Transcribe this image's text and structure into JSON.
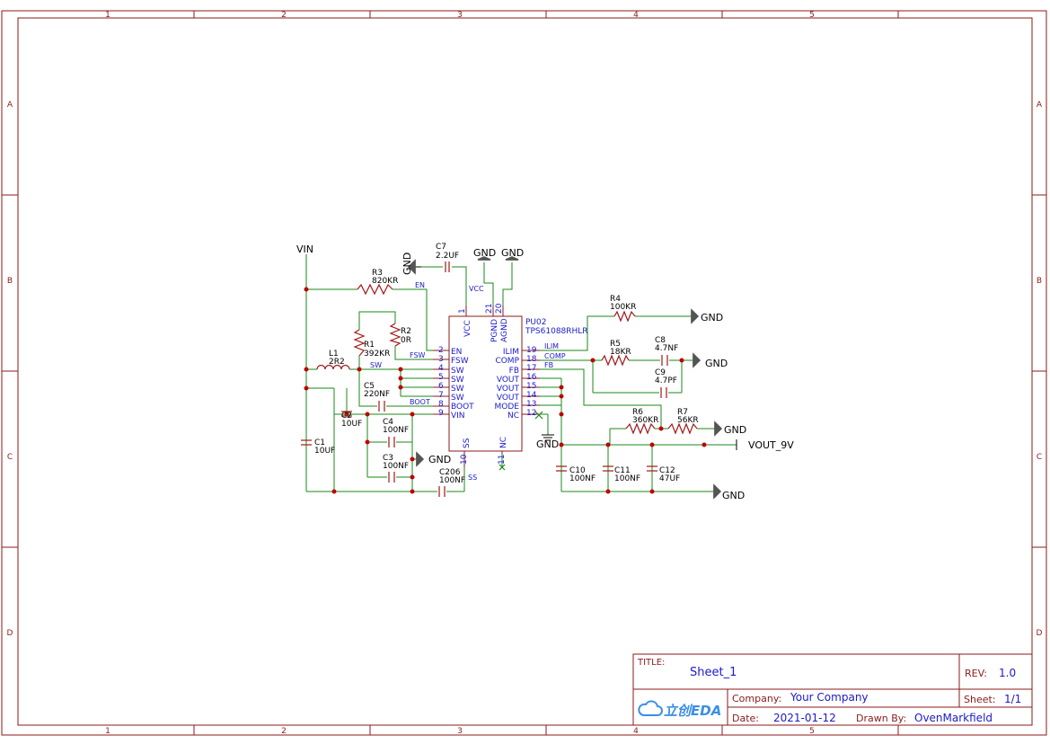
{
  "frame": {
    "columns": [
      "1",
      "2",
      "3",
      "4",
      "5"
    ],
    "rows": [
      "A",
      "B",
      "C",
      "D"
    ]
  },
  "title_block": {
    "title_label": "TITLE:",
    "title": "Sheet_1",
    "rev_label": "REV:",
    "rev": "1.0",
    "company_label": "Company:",
    "company": "Your Company",
    "sheet_label": "Sheet:",
    "sheet": "1/1",
    "date_label": "Date:",
    "date": "2021-01-12",
    "drawn_label": "Drawn By:",
    "drawn_by": "OvenMarkfield",
    "logo_text": "立创EDA"
  },
  "ic": {
    "ref": "PU02",
    "part": "TPS61088RHLR",
    "left_pins": [
      {
        "num": "2",
        "name": "EN"
      },
      {
        "num": "3",
        "name": "FSW"
      },
      {
        "num": "4",
        "name": "SW"
      },
      {
        "num": "5",
        "name": "SW"
      },
      {
        "num": "6",
        "name": "SW"
      },
      {
        "num": "7",
        "name": "SW"
      },
      {
        "num": "8",
        "name": "BOOT"
      },
      {
        "num": "9",
        "name": "VIN"
      }
    ],
    "right_pins": [
      {
        "num": "19",
        "name": "ILIM"
      },
      {
        "num": "18",
        "name": "COMP"
      },
      {
        "num": "17",
        "name": "FB"
      },
      {
        "num": "16",
        "name": "VOUT"
      },
      {
        "num": "15",
        "name": "VOUT"
      },
      {
        "num": "14",
        "name": "VOUT"
      },
      {
        "num": "13",
        "name": "MODE"
      },
      {
        "num": "12",
        "name": "NC"
      }
    ],
    "top_pins": [
      {
        "num": "1",
        "name": "VCC"
      },
      {
        "num": "21",
        "name": "PGND"
      },
      {
        "num": "20",
        "name": "AGND"
      }
    ],
    "bottom_pins": [
      {
        "num": "10",
        "name": "SS"
      },
      {
        "num": "11",
        "name": "NC"
      }
    ]
  },
  "components": {
    "r3": {
      "ref": "R3",
      "value": "820KR"
    },
    "r1": {
      "ref": "R1",
      "value": "392KR"
    },
    "r2": {
      "ref": "R2",
      "value": "0R"
    },
    "l1": {
      "ref": "L1",
      "value": "2R2"
    },
    "c5": {
      "ref": "C5",
      "value": "220NF"
    },
    "c2": {
      "ref": "C2",
      "value": "10UF"
    },
    "c1": {
      "ref": "C1",
      "value": "10UF"
    },
    "c4": {
      "ref": "C4",
      "value": "100NF"
    },
    "c3": {
      "ref": "C3",
      "value": "100NF"
    },
    "c206": {
      "ref": "C206",
      "value": "100NF"
    },
    "c7": {
      "ref": "C7",
      "value": "2.2UF"
    },
    "r4": {
      "ref": "R4",
      "value": "100KR"
    },
    "r5": {
      "ref": "R5",
      "value": "18KR"
    },
    "c8": {
      "ref": "C8",
      "value": "4.7NF"
    },
    "c9": {
      "ref": "C9",
      "value": "4.7PF"
    },
    "r6": {
      "ref": "R6",
      "value": "360KR"
    },
    "r7": {
      "ref": "R7",
      "value": "56KR"
    },
    "c10": {
      "ref": "C10",
      "value": "100NF"
    },
    "c11": {
      "ref": "C11",
      "value": "100NF"
    },
    "c12": {
      "ref": "C12",
      "value": "47UF"
    }
  },
  "net_labels": {
    "vin": "VIN",
    "en": "EN",
    "fsw": "FSW",
    "sw": "SW",
    "boot": "BOOT",
    "ss": "SS",
    "vcc": "VCC",
    "ilim": "ILIM",
    "comp": "COMP",
    "fb": "FB",
    "vout": "VOUT_9V",
    "gnd": "GND"
  },
  "colors": {
    "frame": "#8b1a1a",
    "wire": "#1a8a1a",
    "component": "#a01818",
    "pin_text": "#1a1acc",
    "junction": "#c00000",
    "text": "#000000",
    "noconnect": "#1a8a1a"
  }
}
